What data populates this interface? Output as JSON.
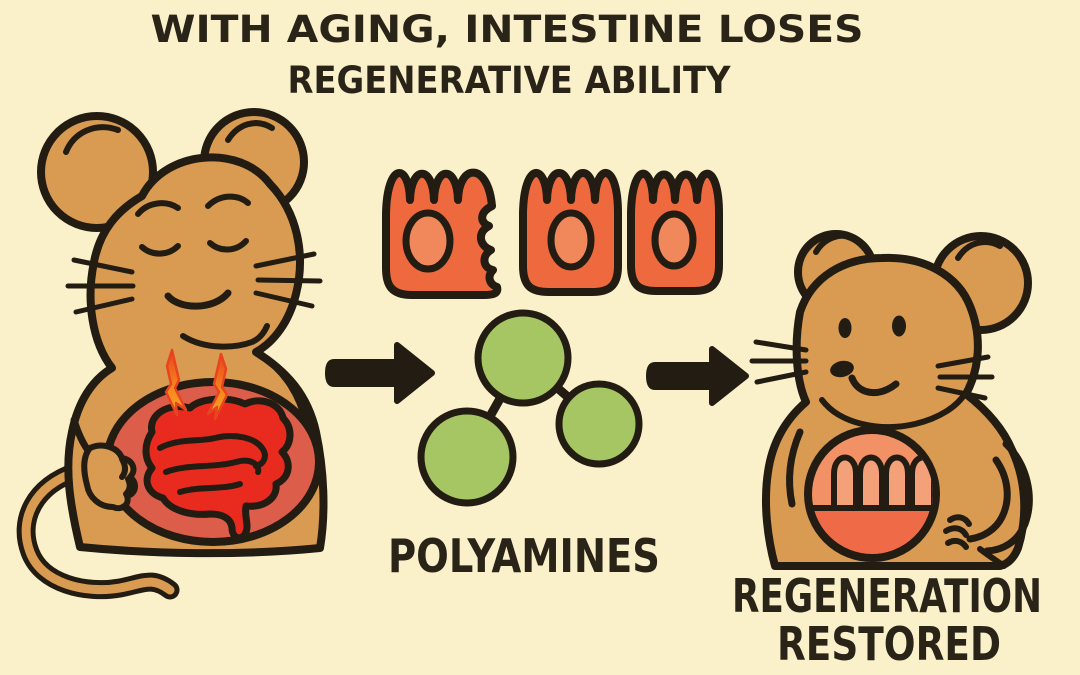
{
  "title": {
    "line1": "WITH AGING, INTESTINE LOSES",
    "line2": "REGENERATIVE ABILITY"
  },
  "labels": {
    "polyamines": "POLYAMINES",
    "regeneration_line1": "REGENERATION",
    "regeneration_line2": "RESTORED"
  },
  "figures": {
    "left_mouse": "sad-aged-mouse-with-inflamed-intestine",
    "arrow_left": "black-right-arrow",
    "crypt_fragments": "three-orange-intestinal-crypt-pieces-one-bitten",
    "molecule": "three-green-circles-linked",
    "arrow_right": "black-right-arrow",
    "right_mouse": "happy-young-mouse-with-regenerated-intestine"
  },
  "colors": {
    "background": "#FAF1CB",
    "outline": "#221C12",
    "text": "#2A2318",
    "fur": "#D99B51",
    "belly_red": "#DC5E4A",
    "intestine_red": "#E92A1E",
    "flame_red": "#E8441F",
    "flame_orange": "#F5841D",
    "flame_yellow": "#F9A82A",
    "crypt_orange": "#EE6A3E",
    "crypt_hole": "#F0885C",
    "polyamine_green": "#A6C563",
    "belly_top": "#F29166",
    "belly_bottom": "#EF6B47",
    "villi_fill": "#F4A078"
  }
}
